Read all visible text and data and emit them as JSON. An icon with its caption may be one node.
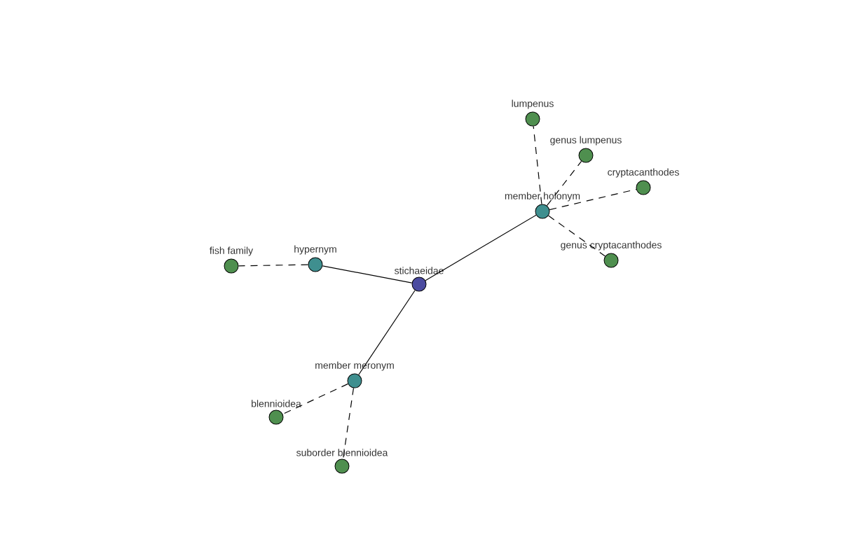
{
  "diagram": {
    "nodes": [
      {
        "text": [
          "stichaeidae"
        ]
      },
      {
        "text": [
          "hypernym"
        ]
      },
      {
        "text": [
          "fish family"
        ]
      },
      {
        "text": [
          "member holonym"
        ]
      },
      {
        "text": [
          "lumpenus"
        ]
      },
      {
        "text": [
          "genus lumpenus"
        ]
      },
      {
        "text": [
          "cryptacanthodes"
        ]
      },
      {
        "text": [
          "genus cryptacanthodes"
        ]
      },
      {
        "text": [
          "member meronym"
        ]
      },
      {
        "text": [
          "blennioidea"
        ]
      },
      {
        "text": [
          "suborder blennioidea"
        ]
      }
    ],
    "edges": [
      {
        "from": 0,
        "to": 1,
        "arrow": "none"
      },
      {
        "from": 1,
        "to": 2,
        "arrow": "none",
        "style": "dashed"
      },
      {
        "from": 0,
        "to": 3,
        "arrow": "none"
      },
      {
        "from": 3,
        "to": 4,
        "arrow": "none",
        "style": "dashed"
      },
      {
        "from": 3,
        "to": 5,
        "arrow": "none",
        "style": "dashed"
      },
      {
        "from": 3,
        "to": 6,
        "arrow": "none",
        "style": "dashed"
      },
      {
        "from": 3,
        "to": 7,
        "arrow": "none",
        "style": "dashed"
      },
      {
        "from": 0,
        "to": 8,
        "arrow": "none"
      },
      {
        "from": 8,
        "to": 9,
        "arrow": "none",
        "style": "dashed"
      },
      {
        "from": 8,
        "to": 10,
        "arrow": "none",
        "style": "dashed"
      }
    ]
  }
}
